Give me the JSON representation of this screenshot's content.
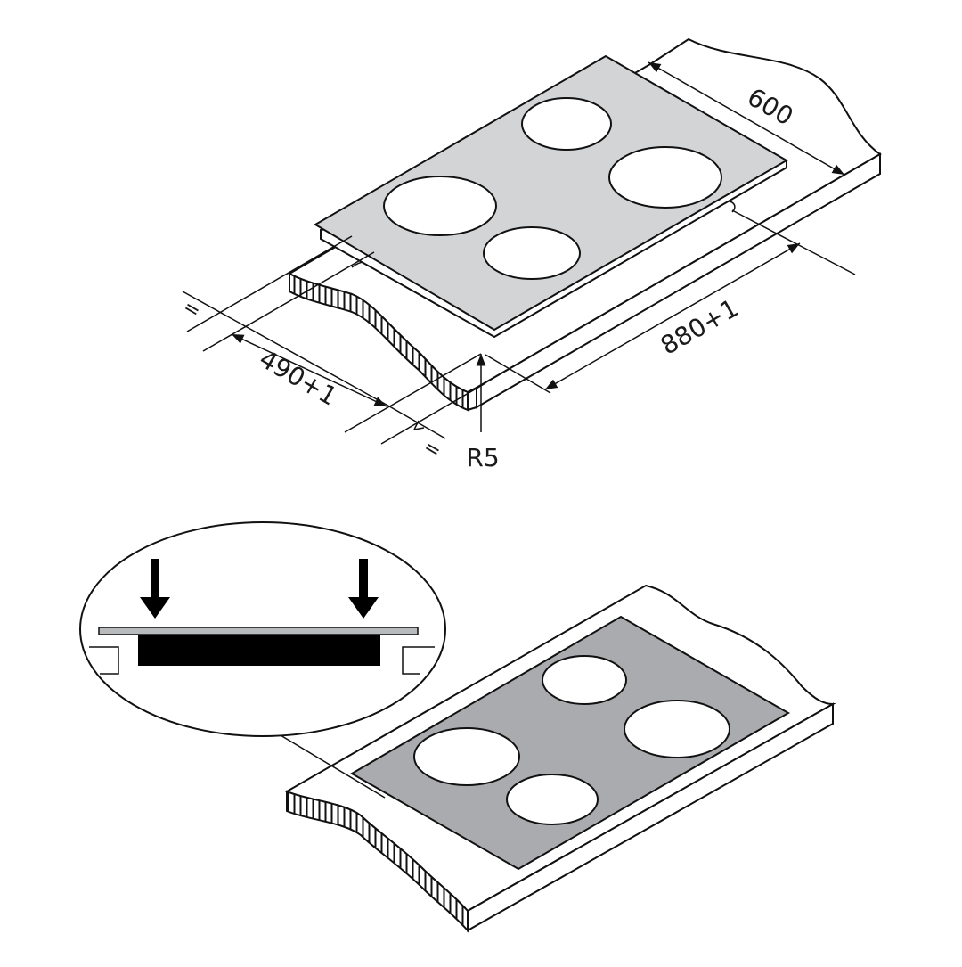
{
  "dimensions": {
    "depth": "600",
    "cut_width": "880+1",
    "cut_depth": "490+1",
    "corner_radius": "R5",
    "equal_left": "=",
    "equal_bottom": "="
  },
  "colors": {
    "glass_top": "#d2d4d6",
    "glass_installed": "#a9abae",
    "line": "#111111"
  }
}
